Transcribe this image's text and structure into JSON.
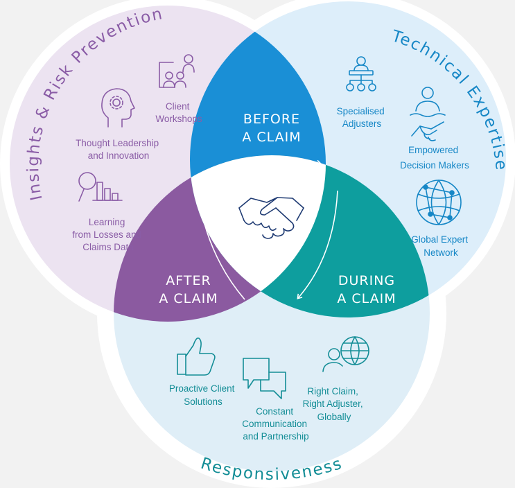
{
  "colors": {
    "purple": "#8b5aa0",
    "purple_text": "#8a5ca6",
    "purple_fill": "#ece3f1",
    "blue": "#1a8fd6",
    "blue_text": "#1687c6",
    "blue_fill": "#ddeefa",
    "teal": "#0e9e9e",
    "teal_text": "#138d96",
    "light_fill": "#dfeef7",
    "navy": "#1f3b73"
  },
  "rings": {
    "left": "Insights & Risk Prevention",
    "right": "Technical Expertise",
    "bottom": "Responsiveness"
  },
  "phases": {
    "before": [
      "BEFORE",
      "A CLAIM"
    ],
    "during": [
      "DURING",
      "A CLAIM"
    ],
    "after": [
      "AFTER",
      "A CLAIM"
    ]
  },
  "center_icon": "handshake-icon",
  "items": {
    "client_workshops": {
      "icon": "presentation-icon",
      "lines": [
        "Client",
        "Workshops"
      ]
    },
    "thought_leadership": {
      "icon": "head-gear-icon",
      "lines": [
        "Thought Leadership",
        "and Innovation"
      ]
    },
    "learning": {
      "icon": "magnifier-chart-icon",
      "lines": [
        "Learning",
        "from Losses and",
        "Claims Data"
      ]
    },
    "specialised": {
      "icon": "org-chart-icon",
      "lines": [
        "Specialised",
        "Adjusters"
      ]
    },
    "empowered": {
      "icon": "person-handshake-icon",
      "lines": [
        "Empowered",
        "Decision Makers"
      ]
    },
    "global_network": {
      "icon": "network-globe-icon",
      "lines": [
        "Global Expert",
        "Network"
      ]
    },
    "proactive": {
      "icon": "thumbs-up-icon",
      "lines": [
        "Proactive Client",
        "Solutions"
      ]
    },
    "constant": {
      "icon": "speech-bubbles-icon",
      "lines": [
        "Constant",
        "Communication",
        "and Partnership"
      ]
    },
    "right_claim": {
      "icon": "person-globe-icon",
      "lines": [
        "Right Claim,",
        "Right Adjuster,",
        "Globally"
      ]
    }
  }
}
